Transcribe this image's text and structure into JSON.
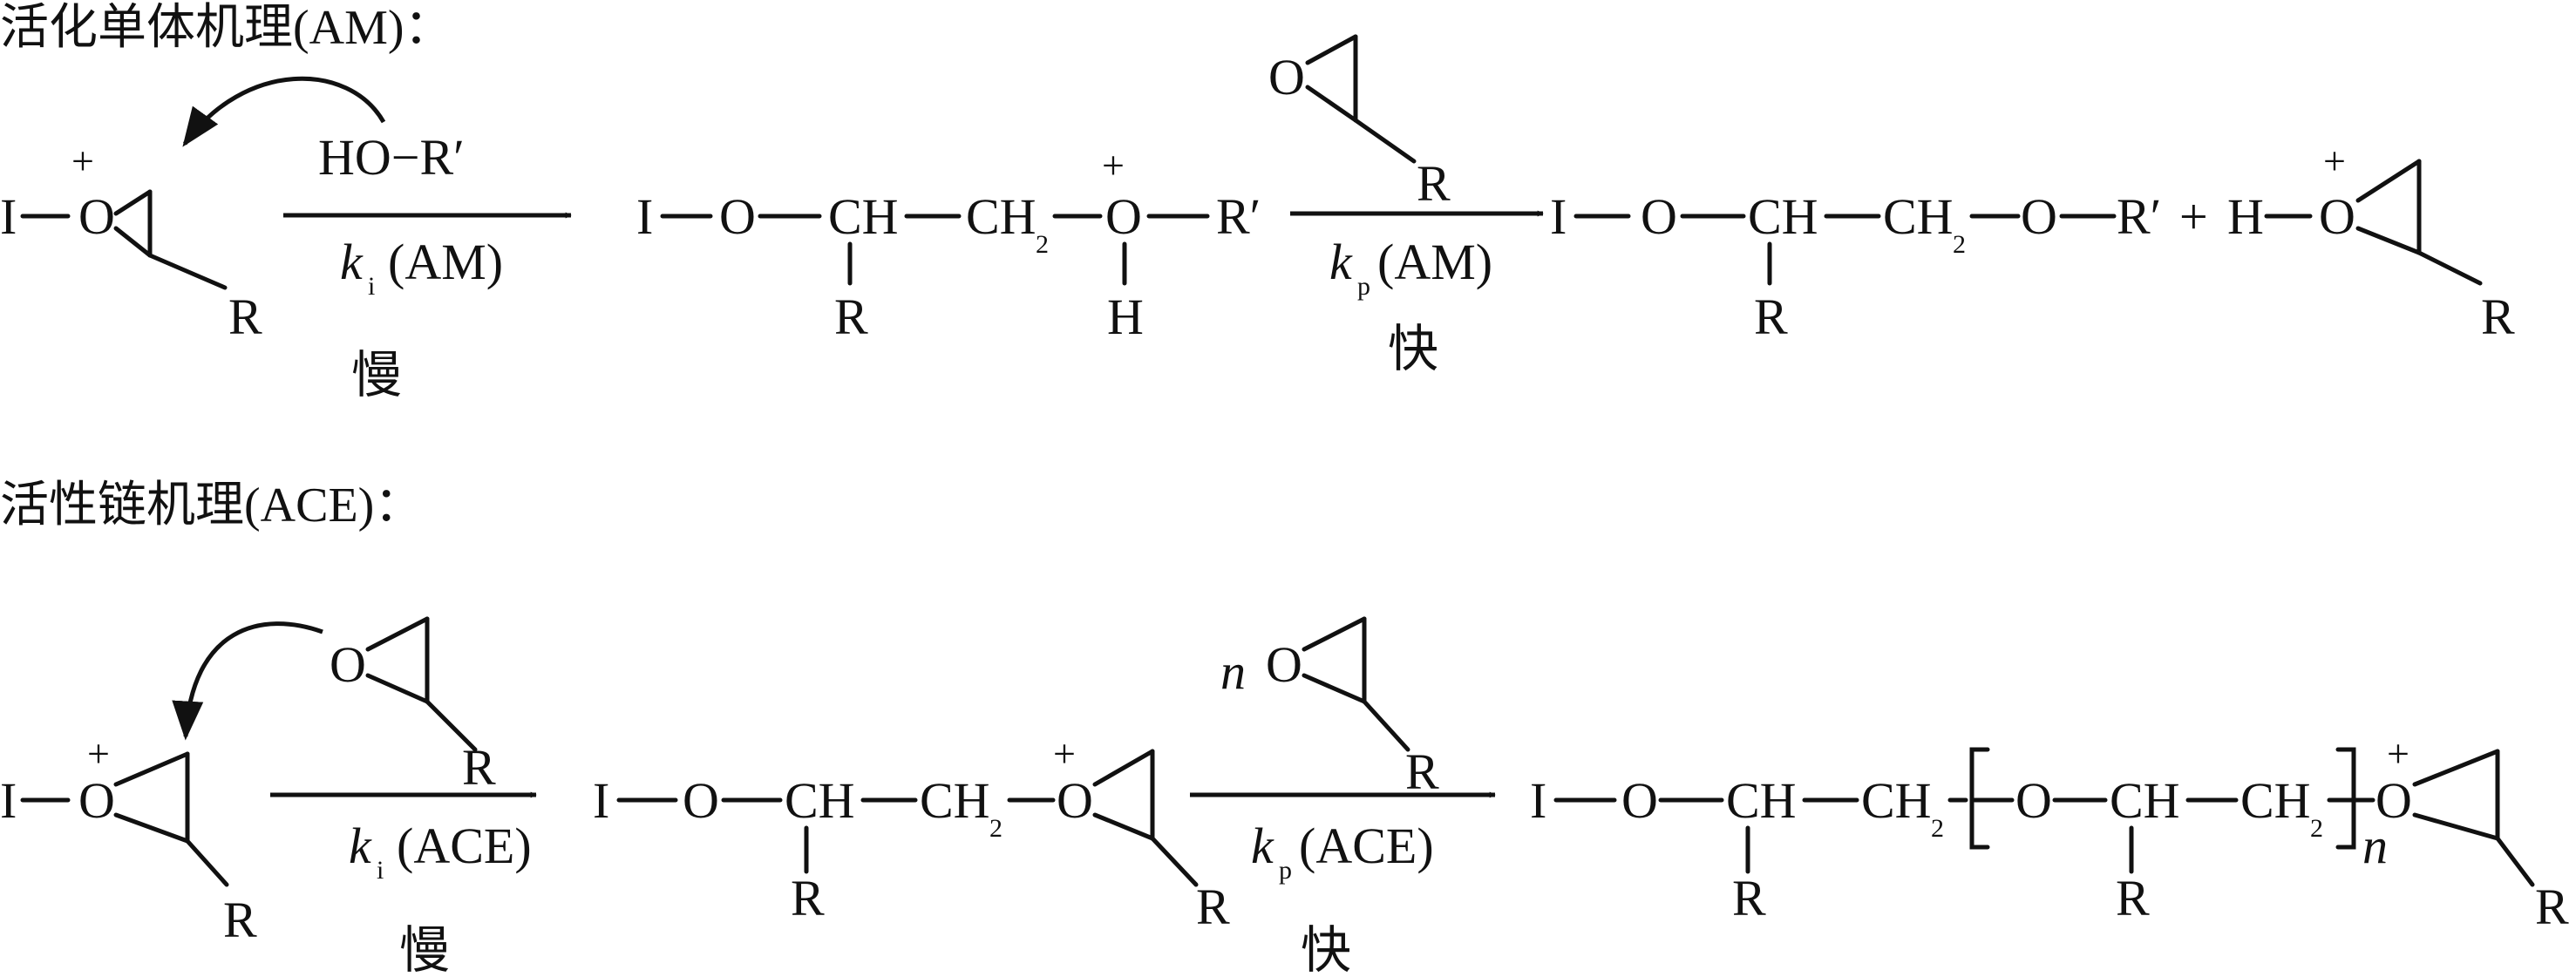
{
  "headers": {
    "am": "活化单体机理(AM)：",
    "ace": "活性链机理(ACE)："
  },
  "atoms": {
    "I": "I",
    "O": "O",
    "R": "R",
    "H": "H",
    "CH": "CH",
    "CH2": "CH",
    "sub2": "2",
    "R_prime": "R′",
    "plus": "+",
    "n": "n"
  },
  "reagents": {
    "hor": "HO−R′"
  },
  "rate_constants": {
    "k": "k",
    "i": "i",
    "p": "p",
    "am": "(AM)",
    "ace": "(ACE)"
  },
  "speed": {
    "slow": "慢",
    "fast": "快"
  },
  "colors": {
    "ink": "#111111",
    "background": "#ffffff"
  }
}
